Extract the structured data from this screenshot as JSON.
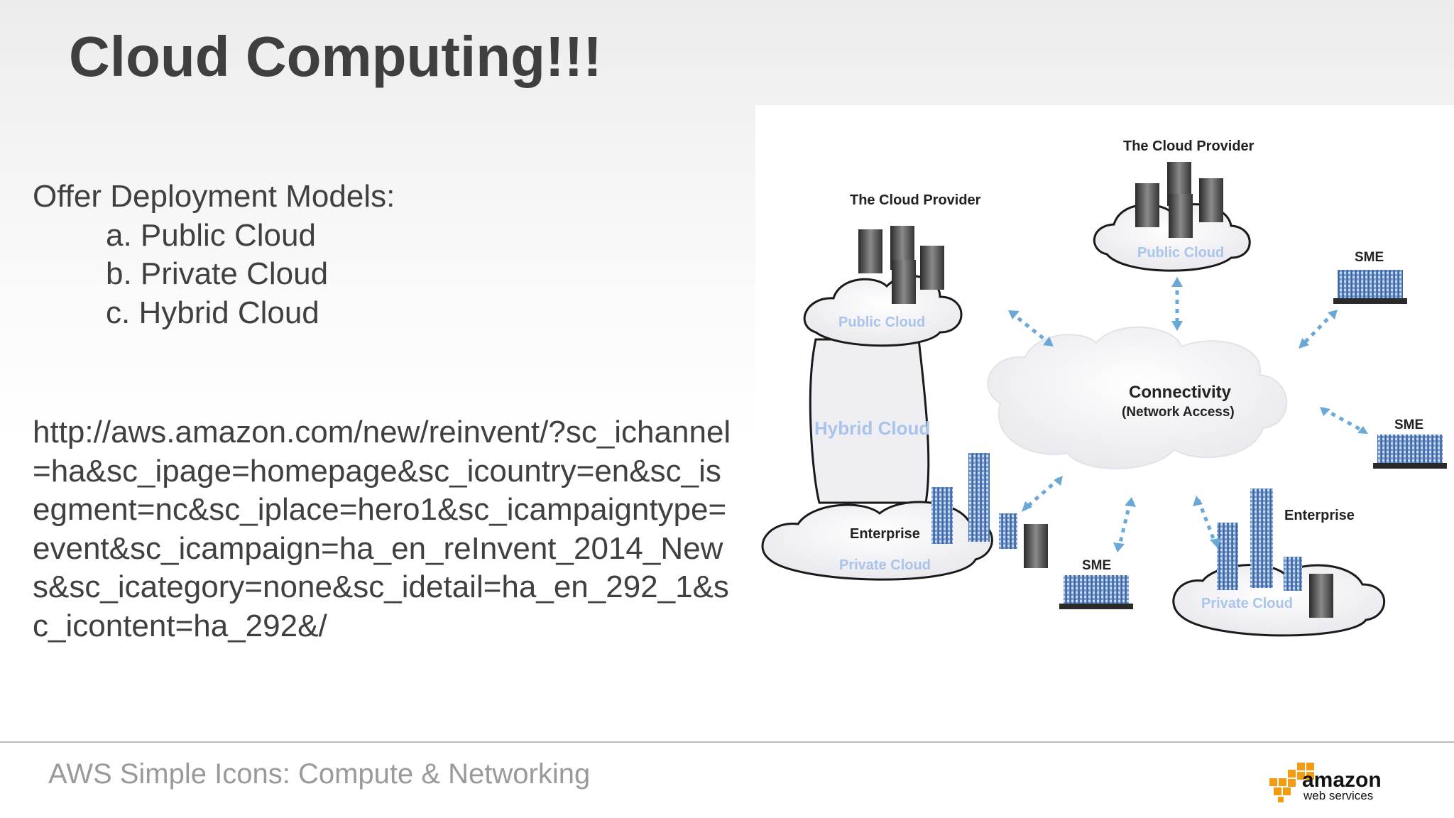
{
  "slide": {
    "title": "Cloud Computing!!!",
    "deployment_heading": "Offer Deployment Models:",
    "deployment_models": [
      "a. Public Cloud",
      "b. Private Cloud",
      "c. Hybrid Cloud"
    ],
    "url": "http://aws.amazon.com/new/reinvent/?sc_ichannel=ha&sc_ipage=homepage&sc_icountry=en&sc_isegment=nc&sc_iplace=hero1&sc_icampaigntype=event&sc_icampaign=ha_en_reInvent_2014_News&sc_icategory=none&sc_idetail=ha_en_292_1&sc_icontent=ha_292&/",
    "footer": "AWS Simple Icons: Compute & Networking"
  },
  "diagram": {
    "provider_left": "The Cloud Provider",
    "provider_top": "The Cloud Provider",
    "public_cloud_left": "Public Cloud",
    "public_cloud_top": "Public Cloud",
    "hybrid_cloud": "Hybrid Cloud",
    "connectivity": "Connectivity",
    "network_access": "(Network Access)",
    "enterprise_left": "Enterprise",
    "private_cloud_left": "Private Cloud",
    "enterprise_right": "Enterprise",
    "private_cloud_right": "Private Cloud",
    "sme_top_right": "SME",
    "sme_right": "SME",
    "sme_bottom": "SME"
  },
  "logo": {
    "brand": "amazon",
    "sub": "web services"
  },
  "colors": {
    "title": "#3f3f3f",
    "body_text": "#404040",
    "footer_text": "#9a9a9a",
    "cloud_label": "#a9c4ea",
    "arrow": "#6aa8d8",
    "logo_orange": "#f39c12"
  }
}
